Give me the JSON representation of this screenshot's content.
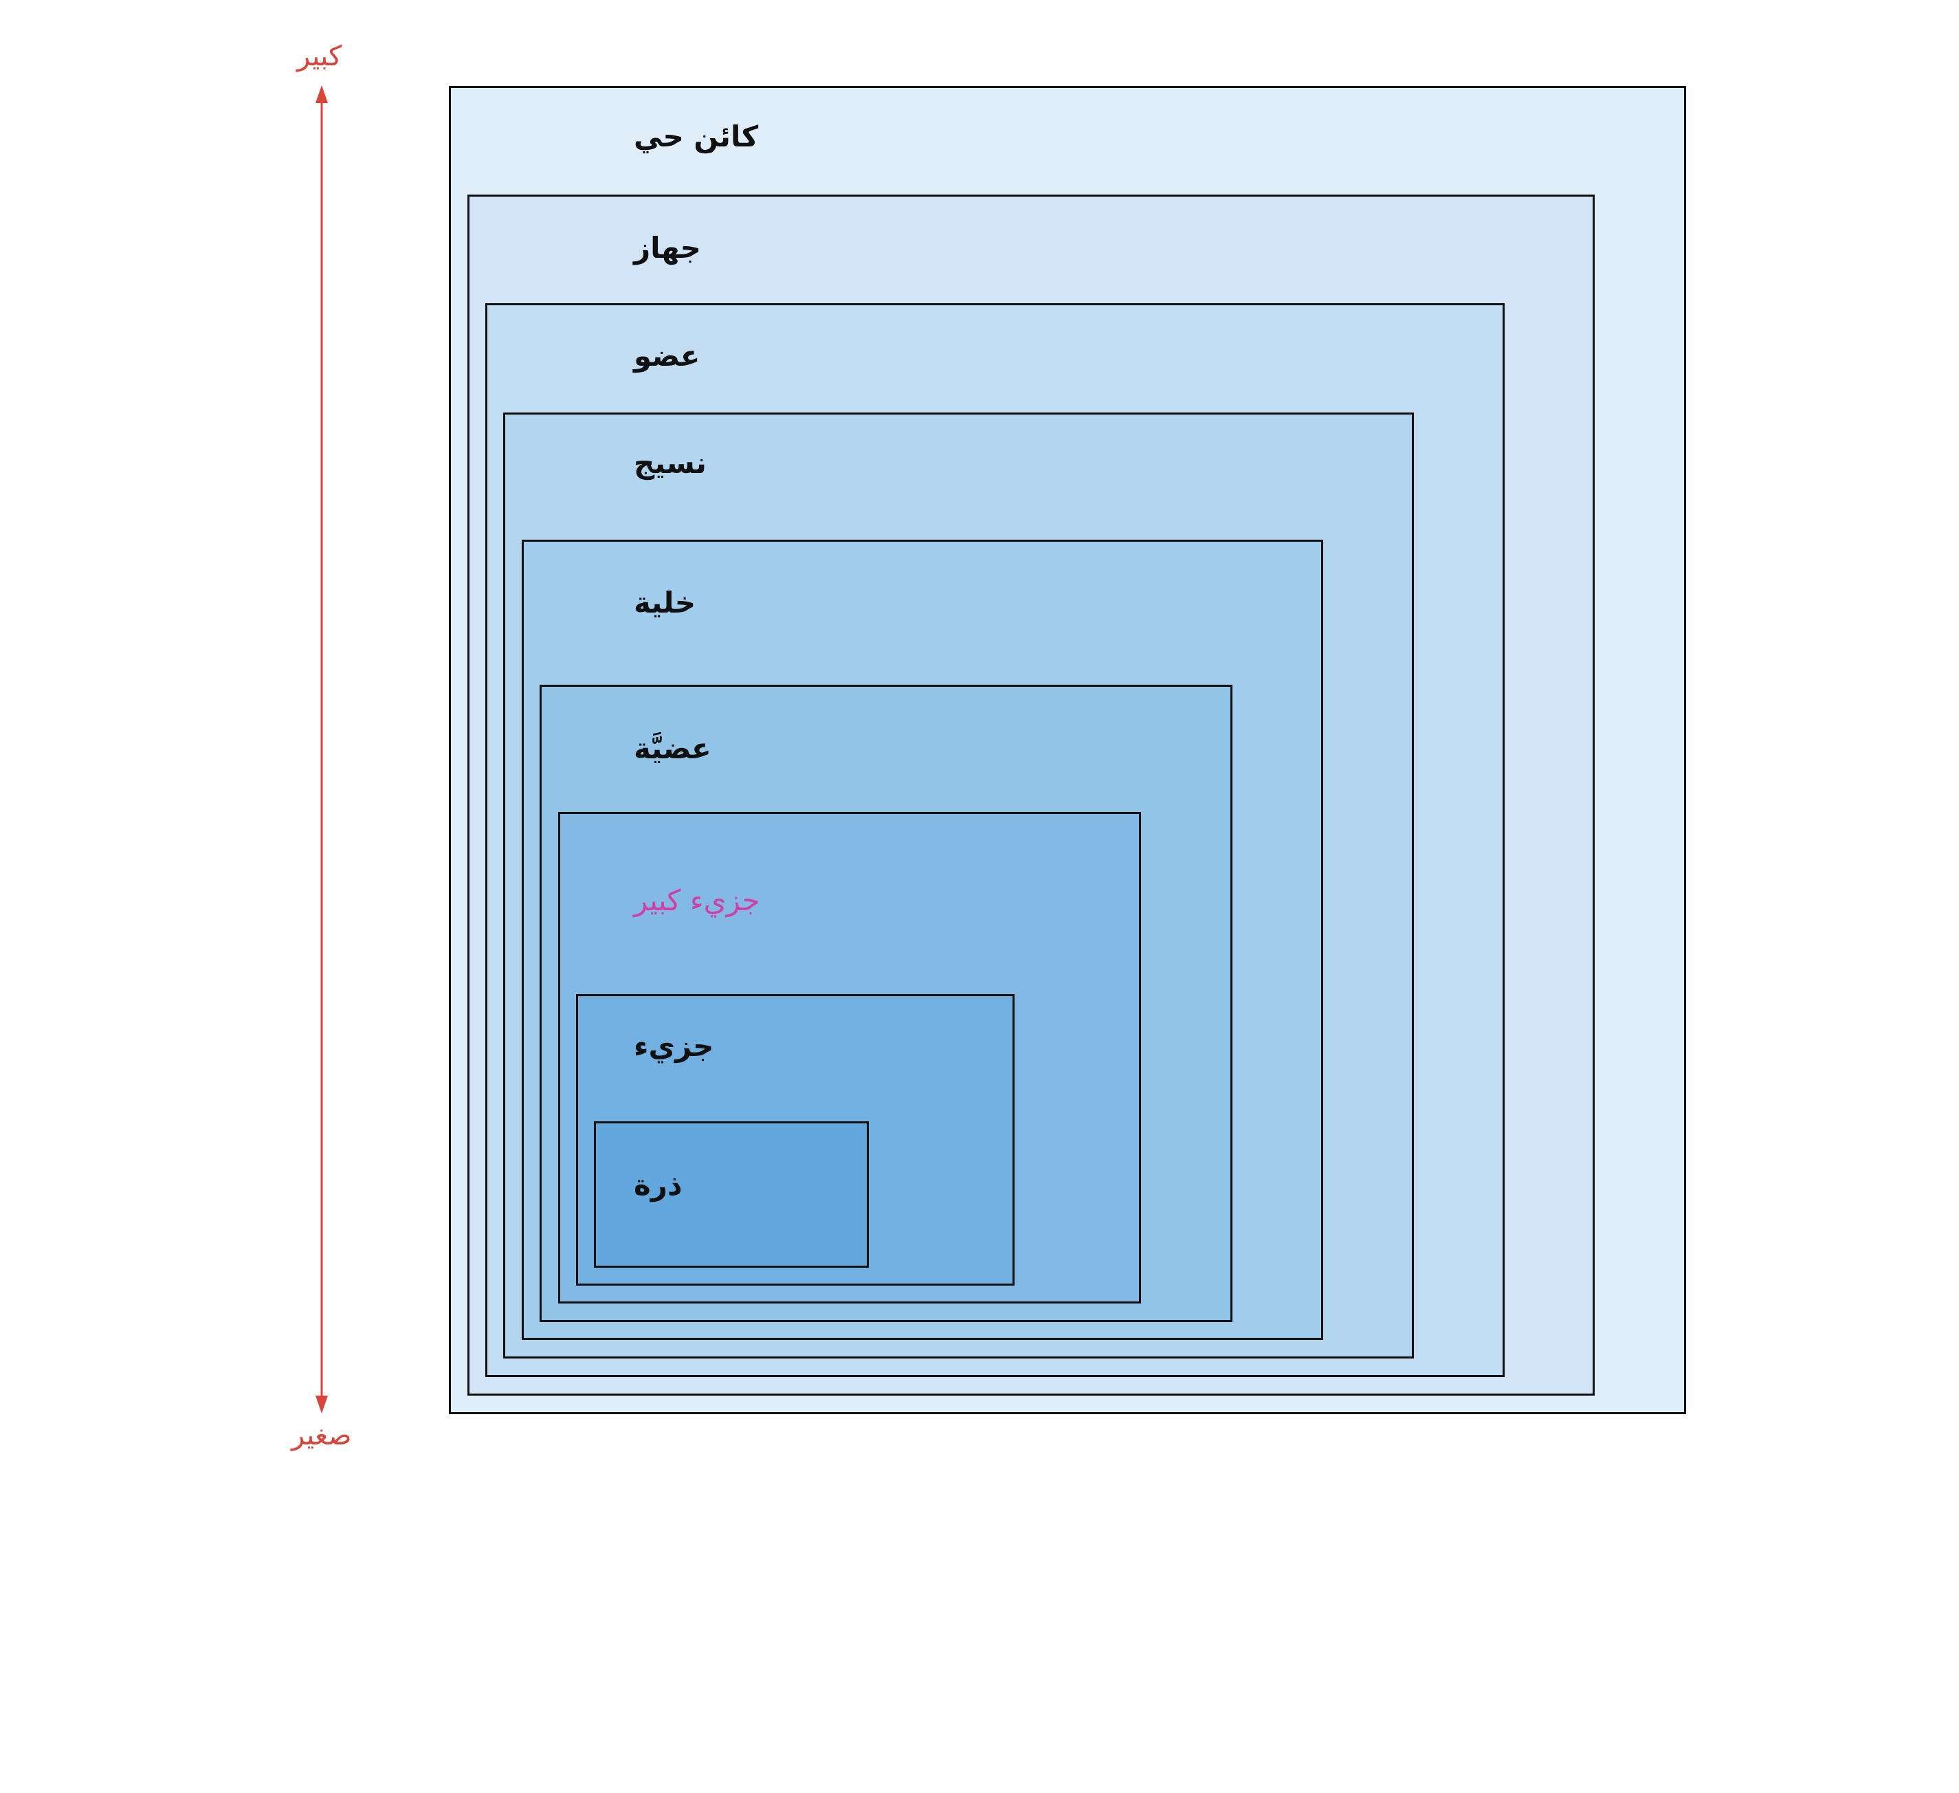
{
  "colors": {
    "level_fills": [
      "#e0eef9",
      "#d1e5f6",
      "#c2ddf2",
      "#b2d6ef",
      "#a2cceb",
      "#92c4e8",
      "#82b9e5",
      "#71b0e1",
      "#62a8de"
    ],
    "border": "#111111",
    "label": "#111111",
    "highlight_label": "#d13fa6",
    "scale_arrow": "#d9453a"
  },
  "scale": {
    "top_label": "كبير",
    "bottom_label": "صغير"
  },
  "levels": [
    {
      "label": "كائن حي"
    },
    {
      "label": "جهاز"
    },
    {
      "label": "عضو"
    },
    {
      "label": "نسيج"
    },
    {
      "label": "خلية"
    },
    {
      "label": "عضيَّة"
    },
    {
      "label": "جزيء كبير",
      "highlight": true
    },
    {
      "label": "جزيء"
    },
    {
      "label": "ذرة"
    }
  ]
}
